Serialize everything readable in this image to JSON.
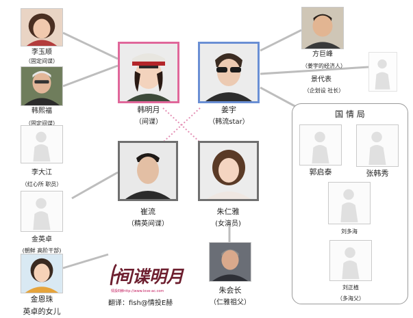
{
  "people": {
    "li_yushun": {
      "name": "李玉顺",
      "role": "（固定间谍）"
    },
    "han_ximei": {
      "name": "韩熙福",
      "role": "（固定间谍）"
    },
    "li_dajiang": {
      "name": "李大江",
      "role": "（红心所 职员）"
    },
    "jin_yingzhuo": {
      "name": "金英卓",
      "role": "(朝鲜 高阶干部)"
    },
    "jin_enzhu": {
      "name": "金恩珠",
      "role": "英卓的女儿"
    },
    "han_mingyue": {
      "name": "韩明月",
      "role": "（间谍）"
    },
    "jiang_yu": {
      "name": "姜宇",
      "role": "（韩流star）"
    },
    "cui_liu": {
      "name": "崔流",
      "role": "（精英间谍）"
    },
    "zhu_renya": {
      "name": "朱仁雅",
      "role": "(女演员)"
    },
    "zhu_huizhang": {
      "name": "朱会长",
      "role": "（仁雅祖父）"
    },
    "fang_jufeng": {
      "name": "方巨峰",
      "role": "（姜宇的经济人）"
    },
    "jing_daibiao": {
      "name": "景代表",
      "role": "（企划设 社长）"
    }
  },
  "bureau": {
    "title": "国 情 局",
    "members": {
      "guo_qitai": {
        "name": "郭启泰"
      },
      "zhang_hanxiu": {
        "name": "张韩秀"
      },
      "liu_duohai": {
        "name": "刘多海"
      },
      "liu_zhengzhi": {
        "name": "刘正植",
        "role": "（多海父）"
      }
    }
  },
  "logo": {
    "text": "间谍明月",
    "subtitle": "情投E赫http://www.love-ac.com"
  },
  "credit": "翻译：fish@情投E赫",
  "colors": {
    "pink_frame": "#e0679a",
    "blue_frame": "#6a8fd4",
    "gray_frame": "#6f6f6f",
    "line": "#bdbdbd",
    "dotted_cross": "#e48fb4"
  }
}
